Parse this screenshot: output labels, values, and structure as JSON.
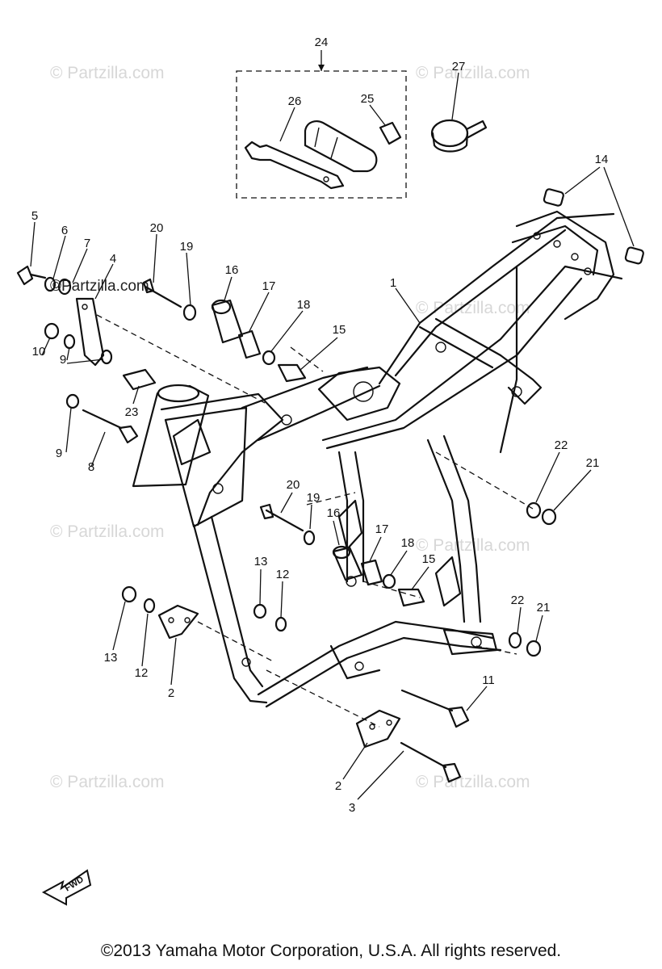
{
  "watermark": {
    "text": "© Partzilla.com",
    "text_alt": "©Partzilla.com"
  },
  "callouts": {
    "c24": "24",
    "c26": "26",
    "c25": "25",
    "c27": "27",
    "c14": "14",
    "c5": "5",
    "c6": "6",
    "c7": "7",
    "c4": "4",
    "c20a": "20",
    "c19a": "19",
    "c16a": "16",
    "c17a": "17",
    "c18a": "18",
    "c15a": "15",
    "c1": "1",
    "c10": "10",
    "c9a": "9",
    "c9b": "9",
    "c23": "23",
    "c8": "8",
    "c22a": "22",
    "c21a": "21",
    "c20b": "20",
    "c19b": "19",
    "c16b": "16",
    "c17b": "17",
    "c18b": "18",
    "c15b": "15",
    "c13a": "13",
    "c12a": "12",
    "c13b": "13",
    "c12b": "12",
    "c2a": "2",
    "c22b": "22",
    "c21b": "21",
    "c11": "11",
    "c2b": "2",
    "c3": "3"
  },
  "fwd": {
    "label": "FWD"
  },
  "copyright": "©2013 Yamaha Motor Corporation, U.S.A. All rights reserved."
}
